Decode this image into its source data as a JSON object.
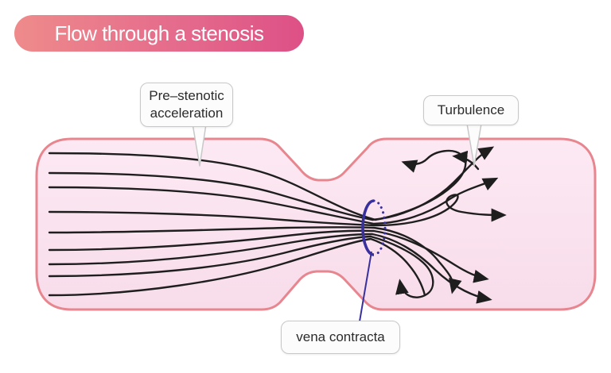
{
  "title": {
    "text": "Flow through a stenosis"
  },
  "callouts": {
    "pre_stenotic": {
      "line1": "Pre–stenotic",
      "line2": "acceleration"
    },
    "turbulence": {
      "label": "Turbulence"
    },
    "vena_contracta": {
      "label": "vena contracta"
    }
  },
  "colors": {
    "banner_left": "#ee8b8b",
    "banner_right": "#dd5086",
    "banner_text": "#ffffff",
    "vessel_border": "#e8868f",
    "vessel_fill_top": "#fcE9f3",
    "vessel_fill_bottom": "#f8dcea",
    "streamline": "#1e1e1e",
    "vena_marker": "#39309f",
    "callout_bg": "#fcfcfc",
    "callout_border": "#c8c8c8",
    "callout_text": "#2b2b2b"
  }
}
